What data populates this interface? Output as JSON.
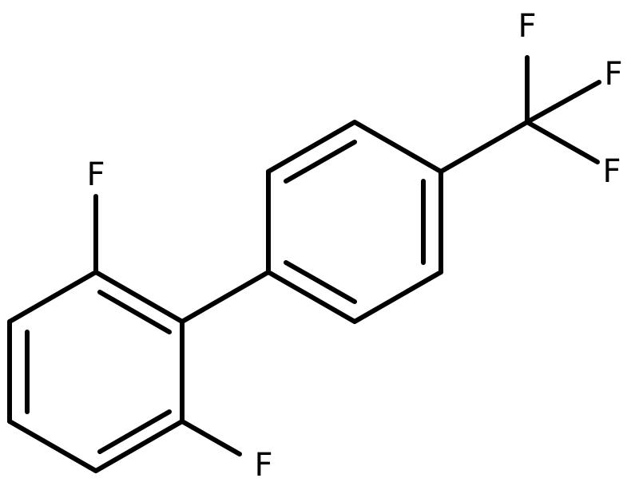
{
  "molecule": {
    "atoms": [
      {
        "id": "f_top_left",
        "label": "F"
      },
      {
        "id": "f_bottom",
        "label": "F"
      },
      {
        "id": "f_cf3_top",
        "label": "F"
      },
      {
        "id": "f_cf3_right",
        "label": "F"
      },
      {
        "id": "f_cf3_lower",
        "label": "F"
      }
    ]
  },
  "colors": {
    "bond": "#000000",
    "label": "#000000",
    "background": "#ffffff"
  }
}
